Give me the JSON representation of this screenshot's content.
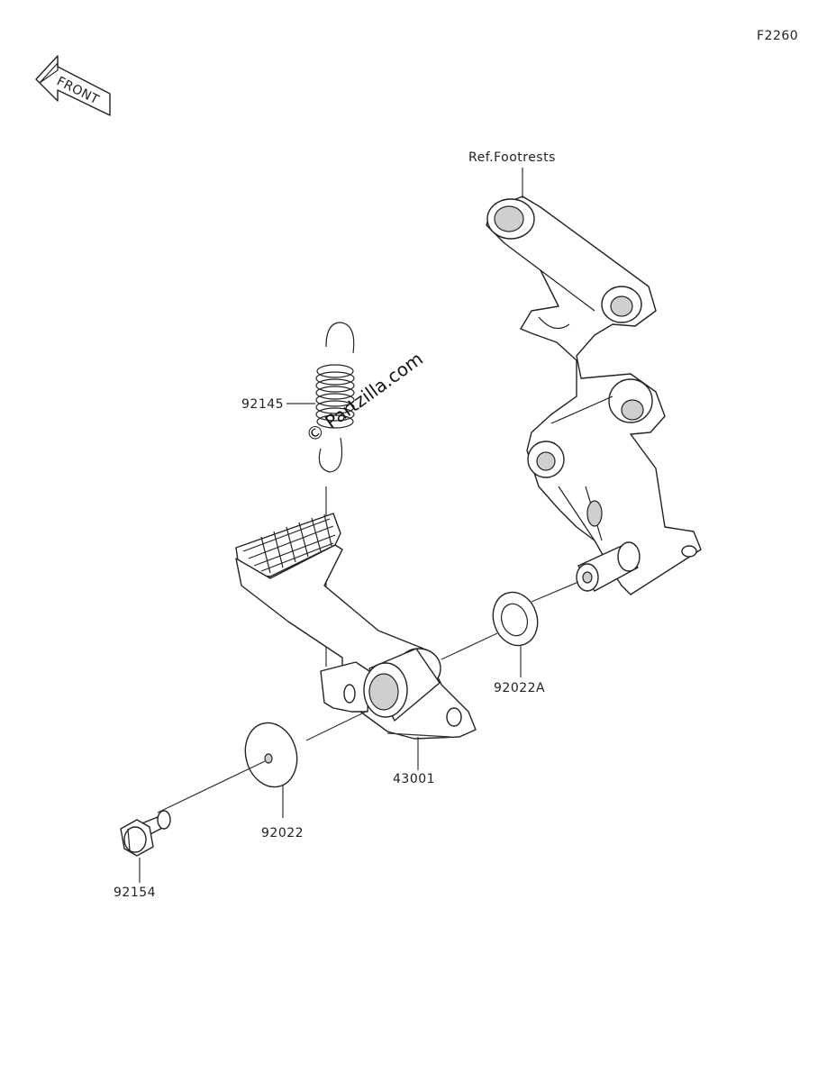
{
  "diagram_code": "F2260",
  "front_arrow": {
    "label": "FRONT"
  },
  "reference": {
    "label": "Ref.Footrests"
  },
  "watermark": "© Partzilla.com",
  "parts": [
    {
      "number": "92145"
    },
    {
      "number": "92022A"
    },
    {
      "number": "43001"
    },
    {
      "number": "92022"
    },
    {
      "number": "92154"
    }
  ]
}
